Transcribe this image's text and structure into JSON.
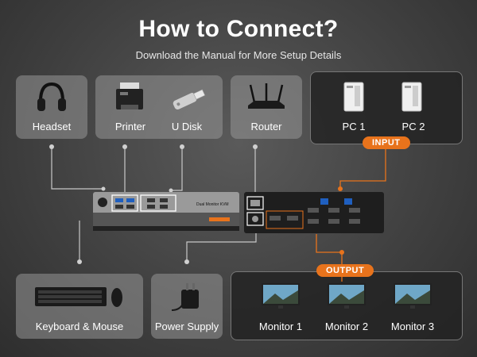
{
  "title": "How to Connect?",
  "subtitle": "Download the Manual for More Setup Details",
  "devices": {
    "headset": "Headset",
    "printer": "Printer",
    "udisk": "U Disk",
    "router": "Router",
    "pc1": "PC 1",
    "pc2": "PC 2",
    "keyboard_mouse": "Keyboard & Mouse",
    "power_supply": "Power Supply",
    "monitor1": "Monitor 1",
    "monitor2": "Monitor 2",
    "monitor3": "Monitor 3"
  },
  "badges": {
    "input": "INPUT",
    "output": "OUTPUT"
  },
  "kvm_label": "Dual Monitor KVM",
  "colors": {
    "accent": "#e8731c",
    "line": "#c8c8c8"
  }
}
